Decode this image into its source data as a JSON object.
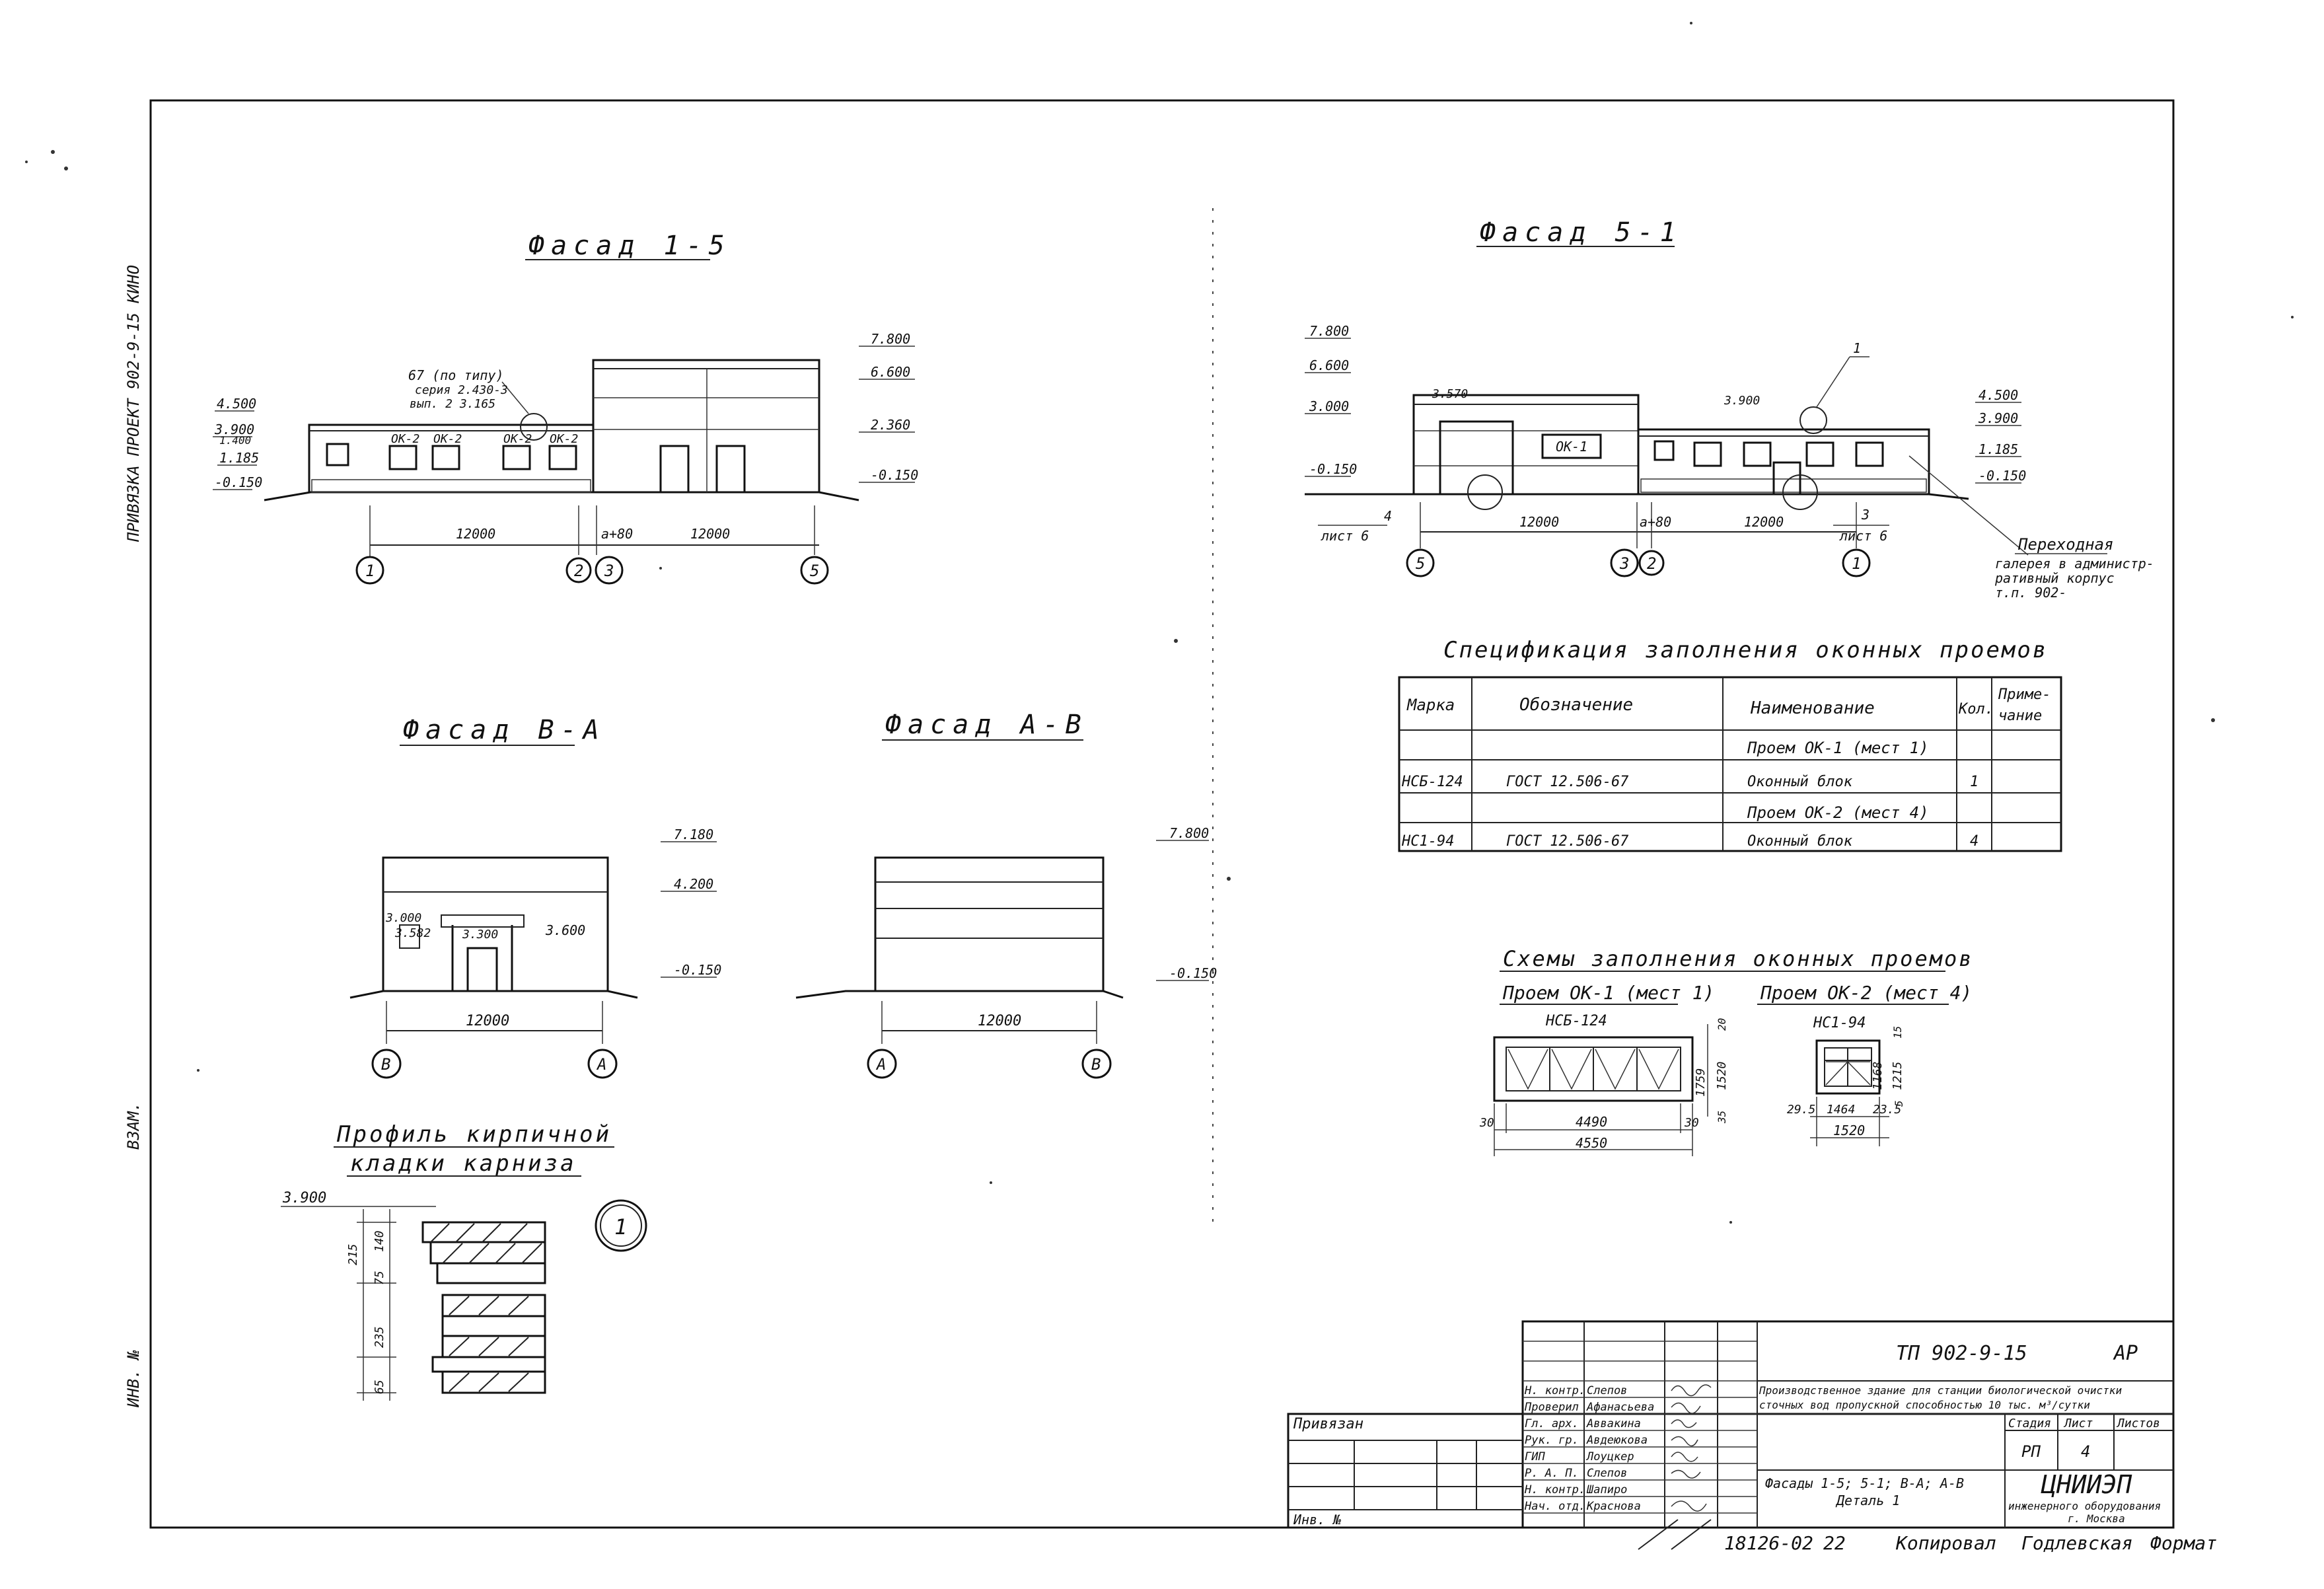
{
  "side_stamp": {
    "text1": "ПРИВЯЗКА ПРОЕКТ 902-9-15 КИНО",
    "text2": "ИНВ. №",
    "text3": "ВЗАМ."
  },
  "facade_1_5": {
    "title": "Фасад 1-5",
    "window_labels": [
      "ОК-2",
      "ОК-2",
      "ОК-2",
      "ОК-2"
    ],
    "note_lines": [
      "67 (по типу)",
      "серия 2.430-3",
      "вып. 2 3.165"
    ],
    "left_levels": [
      "4.500",
      "3.900",
      "1.400",
      "1.185",
      "-0.150"
    ],
    "right_levels": [
      "7.800",
      "6.600",
      "2.360",
      "-0.150"
    ],
    "dims": [
      "12000",
      "a+80",
      "12000"
    ],
    "axes": [
      "1",
      "2",
      "3",
      "5"
    ]
  },
  "facade_5_1": {
    "title": "Фасад 5-1",
    "left_levels": [
      "7.800",
      "6.600",
      "3.000",
      "-0.150"
    ],
    "right_levels": [
      "4.500",
      "3.900",
      "1.185",
      "-0.150"
    ],
    "inner_levels": [
      "3.570",
      "3.900"
    ],
    "window_label": "ОК-1",
    "callout_1": "1",
    "callout_4": "4",
    "callout_4_sheet": "лист 6",
    "callout_3": "3",
    "callout_3_sheet": "лист 6",
    "dims": [
      "12000",
      "a+80",
      "12000"
    ],
    "axes": [
      "5",
      "3",
      "2",
      "1"
    ],
    "gallery_note": [
      "Переходная",
      "галерея в администр-",
      "ративный корпус",
      "т.п. 902-"
    ]
  },
  "facade_b_a": {
    "title": "Фасад В-А",
    "levels": [
      "7.180",
      "4.200",
      "3.600",
      "-0.150"
    ],
    "inner_levels": [
      "3.000",
      "3.582",
      "3.300"
    ],
    "dim": "12000",
    "axes": [
      "В",
      "А"
    ]
  },
  "facade_a_b": {
    "title": "Фасад А-В",
    "levels": [
      "7.800",
      "-0.150"
    ],
    "dim": "12000",
    "axes": [
      "А",
      "В"
    ]
  },
  "profile": {
    "title_line1": "Профиль кирпичной",
    "title_line2": "кладки карниза",
    "level": "3.900",
    "callout": "1",
    "dims": [
      "215",
      "140",
      "75",
      "235",
      "65"
    ]
  },
  "spec_table": {
    "title": "Спецификация заполнения оконных проемов",
    "headers": [
      "Марка",
      "Обозначение",
      "Наименование",
      "Кол.",
      "Приме-",
      "чание"
    ],
    "rows": [
      [
        "",
        "",
        "Проем ОК-1 (мест 1)",
        "",
        ""
      ],
      [
        "НСБ-124",
        "ГОСТ 12.506-67",
        "Оконный блок",
        "1",
        ""
      ],
      [
        "",
        "",
        "Проем ОК-2 (мест 4)",
        "",
        ""
      ],
      [
        "НС1-94",
        "ГОСТ 12.506-67",
        "Оконный блок",
        "4",
        ""
      ]
    ]
  },
  "window_schemes": {
    "title": "Схемы заполнения оконных проемов",
    "ok1": {
      "subtitle": "Проем ОК-1 (мест 1)",
      "mark": "НСБ-124",
      "dims": [
        "30",
        "4490",
        "30",
        "4550",
        "1759",
        "1520",
        "20",
        "35"
      ]
    },
    "ok2": {
      "subtitle": "Проем ОК-2 (мест 4)",
      "mark": "НС1-94",
      "dims": [
        "29.5",
        "1464",
        "23.5",
        "1520",
        "1168",
        "1215",
        "15",
        "5"
      ]
    }
  },
  "title_block": {
    "project_code": "ТП 902-9-15",
    "section": "АР",
    "description_line1": "Производственное здание для станции биологической очистки",
    "description_line2": "сточных вод пропускной способностью 10 тыс. м³/сутки",
    "stage_header": "Стадия",
    "sheet_header": "Лист",
    "sheets_header": "Листов",
    "stage": "РП",
    "sheet": "4",
    "sheet_title_line1": "Фасады 1-5; 5-1; В-А; А-В",
    "sheet_title_line2": "Деталь 1",
    "org": "ЦНИИЭП",
    "org_line2": "инженерного оборудования",
    "org_line3": "г. Москва",
    "privyazan": "Привязан",
    "inv": "Инв. №",
    "roles": [
      "Н. контр.",
      "Проверил",
      "Гл. арх.",
      "Рук. гр.",
      "ГИП",
      "Р. А. П.",
      "Н. контр.",
      "Нач. отд."
    ],
    "names": [
      "Слепов",
      "Афанасьева",
      "Аввакина",
      "Авдеюкова",
      "Лоуцкер",
      "Слепов",
      "Шапиро",
      "Краснова"
    ]
  },
  "bottom_note": {
    "order": "18126-02",
    "num": "22",
    "copied": "Копировал",
    "copier": "Годлевская",
    "format": "Формат"
  }
}
